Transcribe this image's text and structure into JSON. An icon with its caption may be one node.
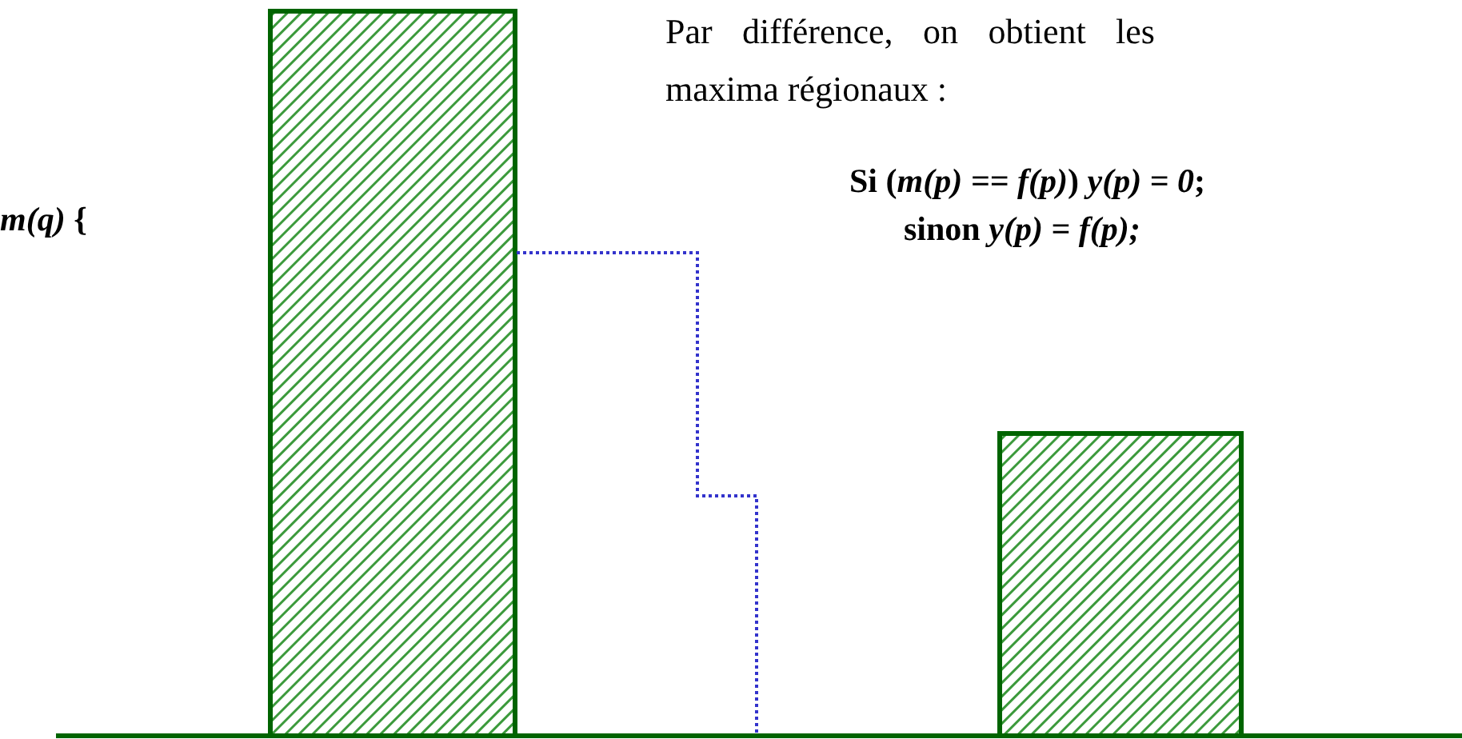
{
  "diagram": {
    "labels": [
      "Par différence, on obtient les maxima régionaux :",
      "*m(q)* {",
      "Si (*m(p) == f(p)*) *y(p) = 0*;",
      "sinon *y(p) = f(p);*"
    ]
  }
}
